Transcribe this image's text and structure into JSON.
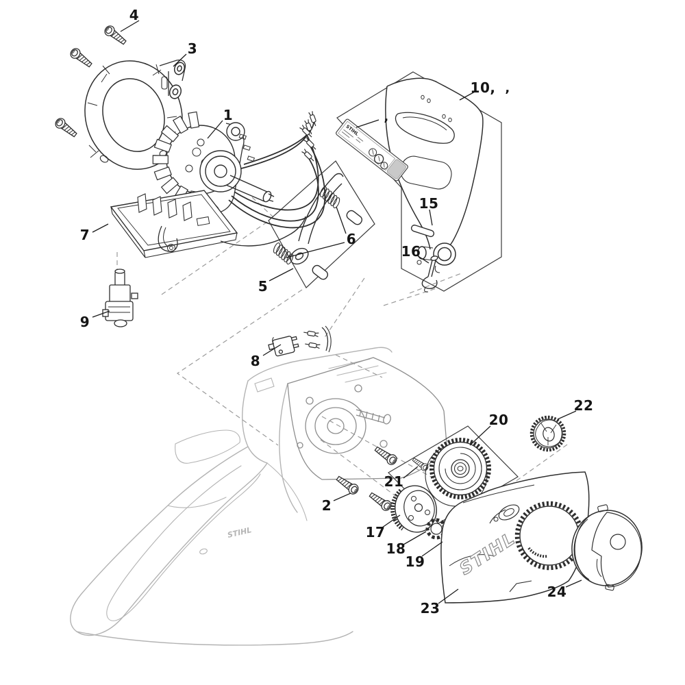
{
  "diagram": {
    "callouts": {
      "c1": "1",
      "c2": "2",
      "c3": "3",
      "c4": "4",
      "c5": "5",
      "c6": "6",
      "c7": "7",
      "c8": "8",
      "c9": "9",
      "c10": "10,",
      "c15": "15",
      "c16": "16",
      "c17": "17",
      "c18": "18",
      "c19": "19",
      "c20": "20",
      "c21": "21",
      "c22": "22",
      "c23": "23",
      "c24": "24",
      "comma_a": ",",
      "comma_b": ","
    },
    "logos": {
      "sticker_brand": "STIHL",
      "cover_logo": "STIHL",
      "housing_logo": "STIHL"
    },
    "colors": {
      "line_dark": "#2e2e2e",
      "line_housing": "#b3b3b3",
      "line_crankcase": "#8d8d8d",
      "dashed_gray": "#9a9a9a",
      "label_text": "#151515",
      "sticker_cap": "#c9c9c9"
    }
  }
}
